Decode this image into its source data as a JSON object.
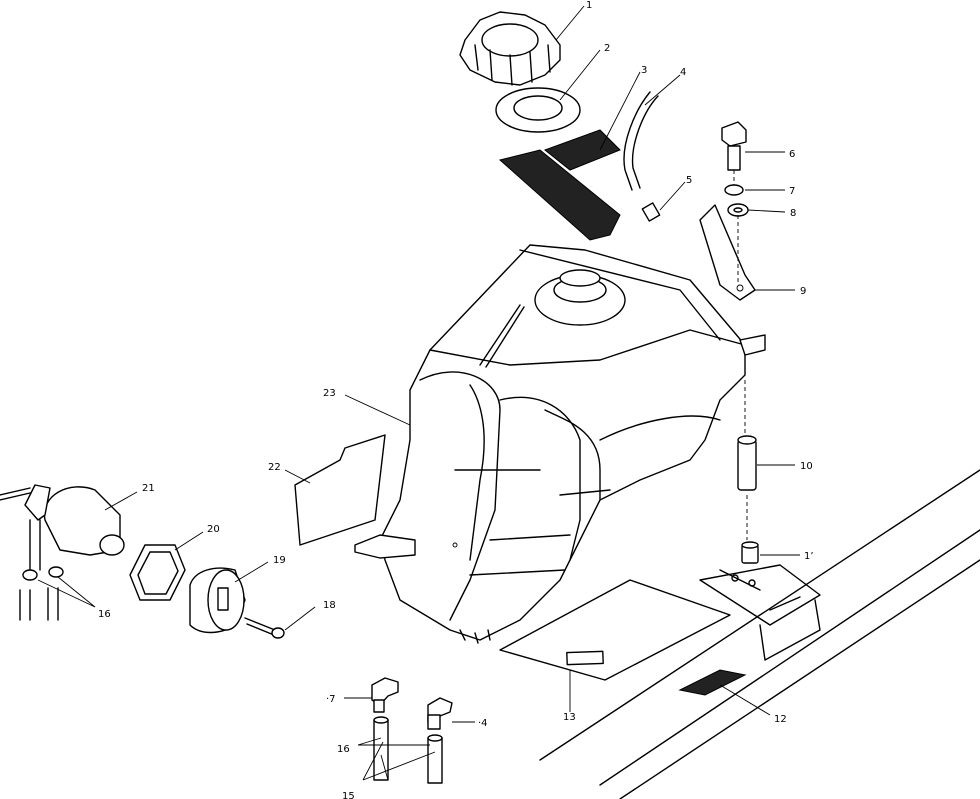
{
  "callouts": [
    {
      "id": "1",
      "label": "1"
    },
    {
      "id": "2",
      "label": "2"
    },
    {
      "id": "3",
      "label": "3"
    },
    {
      "id": "4",
      "label": "4"
    },
    {
      "id": "5",
      "label": "5"
    },
    {
      "id": "6",
      "label": "6"
    },
    {
      "id": "7",
      "label": "7"
    },
    {
      "id": "8",
      "label": "8"
    },
    {
      "id": "9",
      "label": "9"
    },
    {
      "id": "10",
      "label": "10"
    },
    {
      "id": "11",
      "label": "1’"
    },
    {
      "id": "12",
      "label": "12"
    },
    {
      "id": "13",
      "label": "13"
    },
    {
      "id": "14",
      "label": "·4"
    },
    {
      "id": "15",
      "label": "15"
    },
    {
      "id": "16a",
      "label": "16"
    },
    {
      "id": "16b",
      "label": "16"
    },
    {
      "id": "17",
      "label": "·7"
    },
    {
      "id": "18",
      "label": "18"
    },
    {
      "id": "19",
      "label": "19"
    },
    {
      "id": "20",
      "label": "20"
    },
    {
      "id": "21",
      "label": "21"
    },
    {
      "id": "22",
      "label": "22"
    },
    {
      "id": "23",
      "label": "23"
    }
  ]
}
